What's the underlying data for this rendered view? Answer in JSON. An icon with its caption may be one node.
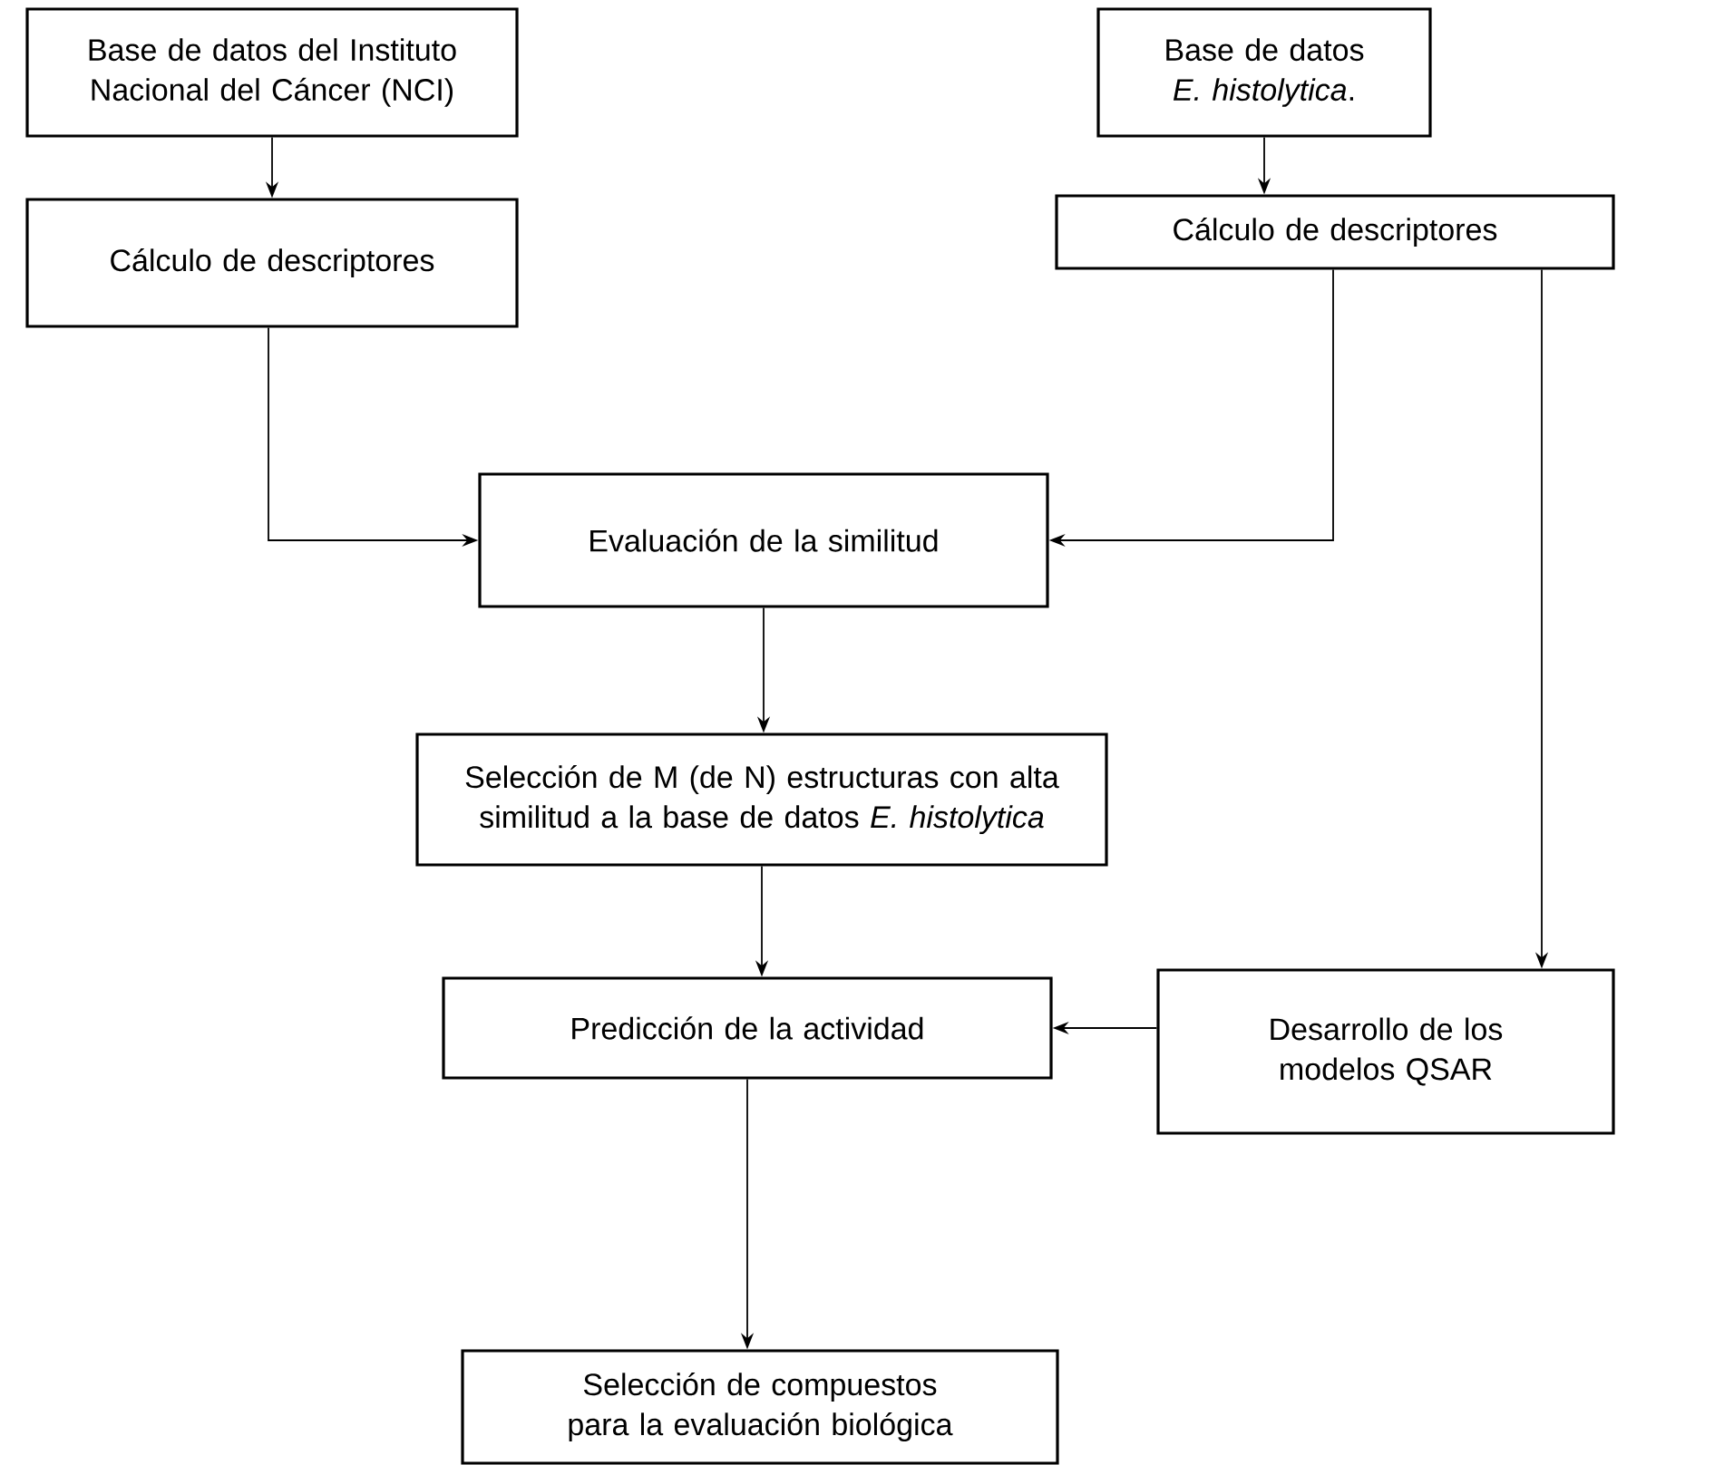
{
  "diagram": {
    "nodes": [
      {
        "text": [
          "Base de datos del Instituto Nacional del Cáncer (NCI)"
        ]
      },
      {
        "text": [
          "Base de datos *E. histolytica*."
        ]
      },
      {
        "text": [
          "Cálculo de descriptores"
        ]
      },
      {
        "text": [
          "Cálculo de descriptores"
        ]
      },
      {
        "text": [
          "Evaluación de la similitud"
        ]
      },
      {
        "text": [
          "Selección de M (de N) estructuras con alta similitud a la base de datos *E. histolytica*"
        ]
      },
      {
        "text": [
          "Predicción de la actividad"
        ]
      },
      {
        "text": [
          "Desarrollo de los modelos QSAR"
        ]
      },
      {
        "text": [
          "Selección de compuestos para la evaluación biológica"
        ]
      }
    ],
    "edges": [
      {
        "from": 0,
        "to": 2,
        "arrow": "to"
      },
      {
        "from": 1,
        "to": 3,
        "arrow": "to"
      },
      {
        "from": 2,
        "to": 4,
        "arrow": "to"
      },
      {
        "from": 3,
        "to": 4,
        "arrow": "to"
      },
      {
        "from": 4,
        "to": 5,
        "arrow": "to"
      },
      {
        "from": 3,
        "to": 7,
        "arrow": "to"
      },
      {
        "from": 5,
        "to": 6,
        "arrow": "to"
      },
      {
        "from": 7,
        "to": 6,
        "arrow": "to"
      },
      {
        "from": 6,
        "to": 8,
        "arrow": "to"
      }
    ]
  }
}
